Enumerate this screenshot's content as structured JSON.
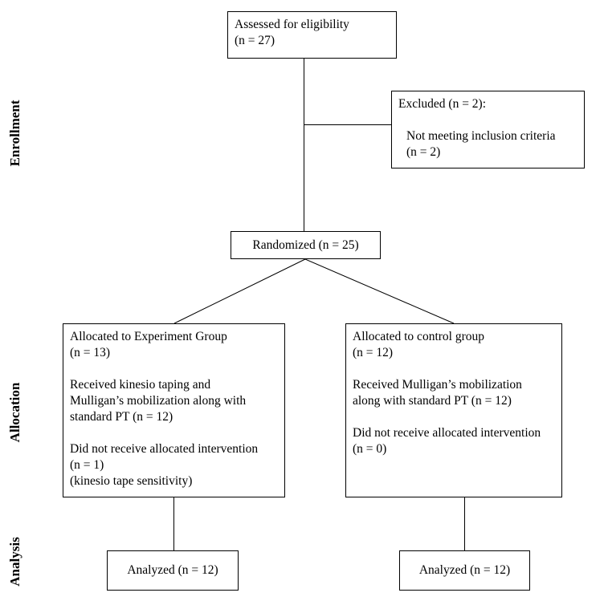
{
  "diagram": {
    "side_labels": {
      "enrollment": "Enrollment",
      "allocation": "Allocation",
      "analysis": "Analysis"
    },
    "assessed": {
      "lines": [
        "Assessed for eligibility",
        "(n = 27)"
      ]
    },
    "excluded": {
      "lines": [
        "Excluded (n = 2):",
        "",
        "Not meeting inclusion criteria",
        "(n = 2)"
      ]
    },
    "randomized": {
      "text": "Randomized (n = 25)"
    },
    "experiment_group": {
      "lines": [
        "Allocated to Experiment Group",
        "(n = 13)",
        "",
        "Received kinesio taping and",
        "Mulligan’s mobilization along with",
        "standard PT (n = 12)",
        "",
        "Did not receive allocated intervention",
        "(n = 1)",
        "(kinesio tape sensitivity)"
      ]
    },
    "control_group": {
      "lines": [
        "Allocated to control group",
        "(n = 12)",
        "",
        "Received Mulligan’s mobilization",
        "along with standard PT (n = 12)",
        "",
        "Did not receive allocated intervention",
        "(n = 0)"
      ]
    },
    "analyzed_experiment": {
      "text": "Analyzed (n = 12)"
    },
    "analyzed_control": {
      "text": "Analyzed (n = 12)"
    }
  }
}
